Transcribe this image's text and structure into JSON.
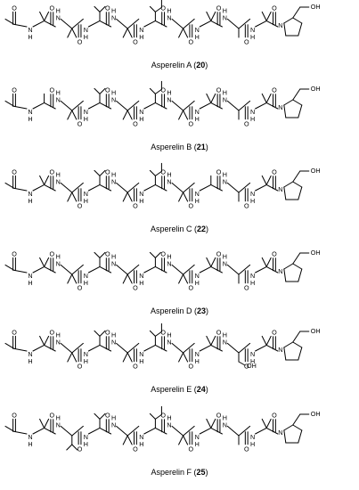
{
  "compounds": [
    {
      "name": "Asperelin A",
      "number": "20",
      "residues": [
        "Aib",
        "Aib",
        "Val",
        "Aib",
        "Ile",
        "Aib",
        "Aib",
        "Ala",
        "Aib",
        "Prolinol"
      ]
    },
    {
      "name": "Asperelin B",
      "number": "21",
      "residues": [
        "Ala",
        "Aib",
        "Val",
        "Aib",
        "Ile",
        "Aib",
        "Aib",
        "Ala",
        "Aib",
        "Prolinol"
      ]
    },
    {
      "name": "Asperelin C",
      "number": "22",
      "residues": [
        "Aib",
        "Aib",
        "Val",
        "Aib",
        "Ile",
        "Aib",
        "Ala",
        "Ala",
        "Aib",
        "Prolinol"
      ]
    },
    {
      "name": "Asperelin D",
      "number": "23",
      "residues": [
        "Aib",
        "Aib",
        "Val",
        "Aib",
        "Val",
        "Aib",
        "Aib",
        "Ala",
        "Aib",
        "Prolinol"
      ]
    },
    {
      "name": "Asperelin E",
      "number": "24",
      "residues": [
        "Aib",
        "Aib",
        "Val",
        "Aib",
        "Ile",
        "Aib",
        "Aib",
        "Ser",
        "Aib",
        "Prolinol"
      ]
    },
    {
      "name": "Asperelin F",
      "number": "25",
      "residues": [
        "Aib",
        "Val",
        "Val",
        "Aib",
        "Ile",
        "Aib",
        "Aib",
        "Ala",
        "Aib",
        "Prolinol"
      ]
    }
  ],
  "atom_labels": {
    "oxygen": "O",
    "amide_nh": "H",
    "nitrogen": "N",
    "hydroxyl": "OH"
  }
}
